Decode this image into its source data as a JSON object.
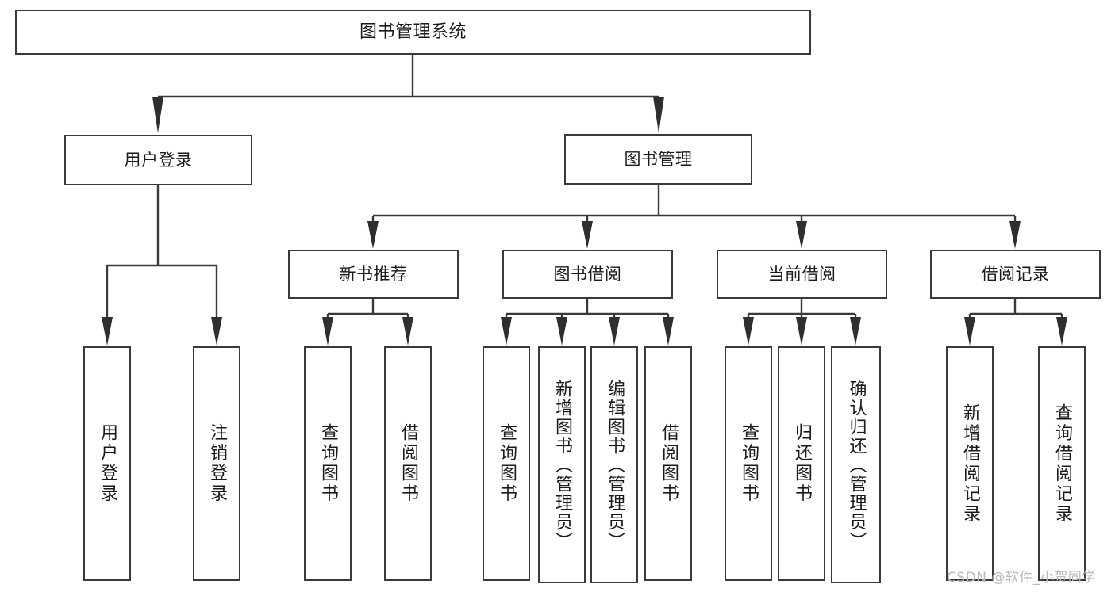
{
  "diagram": {
    "type": "tree-hierarchy",
    "title": "图书管理系统",
    "background": "#ffffff",
    "line_color": "#3a3a3a",
    "box_border": "#3a3a3a",
    "text_color": "#1a1a1a",
    "watermark": "CSDN @软件_小贺同学",
    "watermark_color": "#b9b9b9"
  },
  "nodes": {
    "root": {
      "label": "图书管理系统",
      "level": 0
    },
    "level1": [
      {
        "id": "user-login",
        "label": "用户登录"
      },
      {
        "id": "book-manage",
        "label": "图书管理"
      }
    ],
    "level2": [
      {
        "id": "new-book-recommend",
        "label": "新书推荐",
        "parent": "book-manage"
      },
      {
        "id": "book-borrow",
        "label": "图书借阅",
        "parent": "book-manage"
      },
      {
        "id": "current-borrow",
        "label": "当前借阅",
        "parent": "book-manage"
      },
      {
        "id": "borrow-record",
        "label": "借阅记录",
        "parent": "book-manage"
      }
    ],
    "leaves": [
      {
        "id": "leaf-user-login",
        "label": "用户登录",
        "parent": "user-login"
      },
      {
        "id": "leaf-user-logout",
        "label": "注销登录",
        "parent": "user-login"
      },
      {
        "id": "leaf-query-book-1",
        "label": "查询图书",
        "parent": "new-book-recommend"
      },
      {
        "id": "leaf-borrow-book-1",
        "label": "借阅图书",
        "parent": "new-book-recommend"
      },
      {
        "id": "leaf-query-book-2",
        "label": "查询图书",
        "parent": "book-borrow"
      },
      {
        "id": "leaf-add-book",
        "label": "新增图书（管理员）",
        "parent": "book-borrow"
      },
      {
        "id": "leaf-edit-book",
        "label": "编辑图书（管理员）",
        "parent": "book-borrow"
      },
      {
        "id": "leaf-borrow-book-2",
        "label": "借阅图书",
        "parent": "book-borrow"
      },
      {
        "id": "leaf-query-book-3",
        "label": "查询图书",
        "parent": "current-borrow"
      },
      {
        "id": "leaf-return-book",
        "label": "归还图书",
        "parent": "current-borrow"
      },
      {
        "id": "leaf-confirm-return",
        "label": "确认归还（管理员）",
        "parent": "current-borrow"
      },
      {
        "id": "leaf-add-record",
        "label": "新增借阅记录",
        "parent": "borrow-record"
      },
      {
        "id": "leaf-query-record",
        "label": "查询借阅记录",
        "parent": "borrow-record"
      }
    ]
  }
}
